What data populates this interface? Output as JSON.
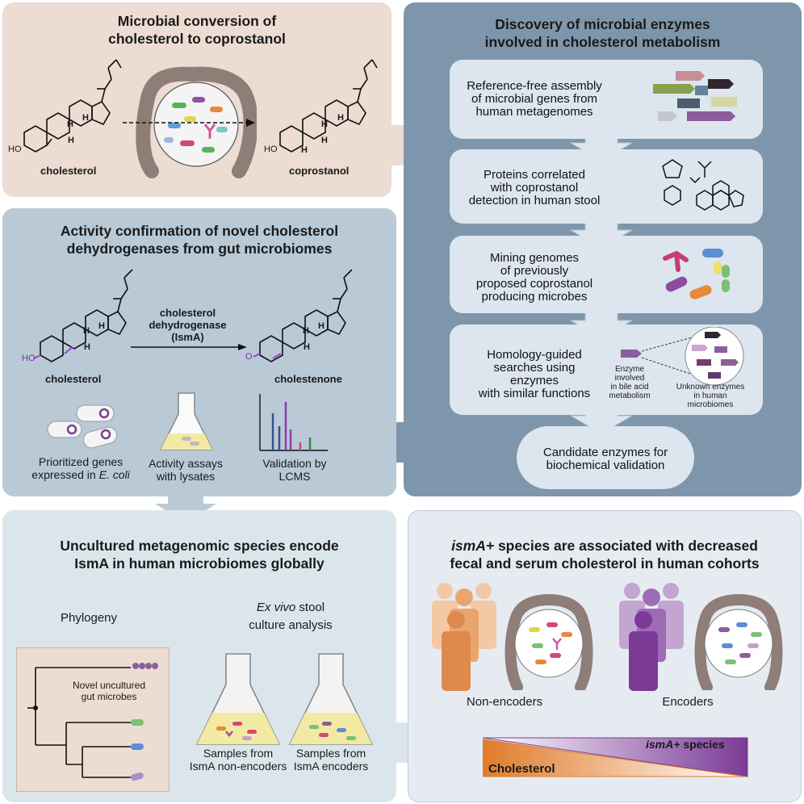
{
  "colors": {
    "pink_panel": "#ecdcd2",
    "blue_panel": "#7e96ab",
    "gray_panel": "#b9c9d6",
    "light_panel": "#dbe6ec",
    "pale_panel": "#e6ebf1",
    "purple": "#7a3a96",
    "orange": "#e07b2a"
  },
  "panel1": {
    "title_line1": "Microbial conversion of",
    "title_line2": "cholesterol to coprostanol",
    "left_label": "cholesterol",
    "right_label": "coprostanol",
    "ho": "HO",
    "h_a": "H",
    "h_b": "H",
    "h_c": "H",
    "h_d": "H",
    "h_e": "H",
    "h_f": "H",
    "h_g": "H"
  },
  "panel2": {
    "title_line1": "Discovery of microbial enzymes",
    "title_line2": "involved in cholesterol metabolism",
    "step1": [
      "Reference-free assembly",
      "of microbial genes from",
      "human metagenomes"
    ],
    "step2": [
      "Proteins correlated",
      "with coprostanol",
      "detection in human stool"
    ],
    "step3": [
      "Mining genomes",
      "of previously",
      "proposed coprostanol",
      "producing microbes"
    ],
    "step4": [
      "Homology-guided",
      "searches using",
      "enzymes",
      "with similar functions"
    ],
    "step4_enzyme": [
      "Enzyme",
      "involved",
      "in bile acid",
      "metabolism"
    ],
    "step4_unknown": [
      "Unknown enzymes",
      "in human",
      "microbiomes"
    ],
    "final": [
      "Candidate enzymes for",
      "biochemical validation"
    ]
  },
  "panel3": {
    "title_line1": "Activity confirmation of novel cholesterol",
    "title_line2": "dehydrogenases from gut microbiomes",
    "enzyme_line1": "cholesterol",
    "enzyme_line2": "dehydrogenase",
    "enzyme_line3": "(IsmA)",
    "left_label": "cholesterol",
    "right_label": "cholestenone",
    "ho": "HO",
    "o": "O",
    "h1": "H",
    "h2": "H",
    "h3": "H",
    "h4": "H",
    "h5": "H",
    "h6": "H",
    "cap1_line1": "Prioritized genes",
    "cap1_line2_prefix": "expressed in ",
    "cap1_line2_italic": "E. coli",
    "cap2_line1": "Activity assays",
    "cap2_line2": "with lysates",
    "cap3_line1": "Validation by",
    "cap3_line2": "LCMS"
  },
  "panel4": {
    "title_line1": "Uncultured metagenomic species encode",
    "title_line2": "IsmA in human microbiomes globally",
    "phylogeny": "Phylogeny",
    "exvivo_italic": "Ex vivo",
    "exvivo_rest": " stool",
    "exvivo_line2": "culture analysis",
    "novel_line1": "Novel uncultured",
    "novel_line2": "gut microbes",
    "flask1_line1": "Samples from",
    "flask1_line2": "IsmA non-encoders",
    "flask2_line1": "Samples from",
    "flask2_line2": "IsmA encoders"
  },
  "panel5": {
    "title_italic": "ismA+",
    "title_line1_rest": " species are associated with decreased",
    "title_line2": "fecal and serum cholesterol in human cohorts",
    "non_encoders": "Non-encoders",
    "encoders": "Encoders",
    "species_italic": "ismA+",
    "species_rest": " species",
    "cholesterol": "Cholesterol"
  }
}
